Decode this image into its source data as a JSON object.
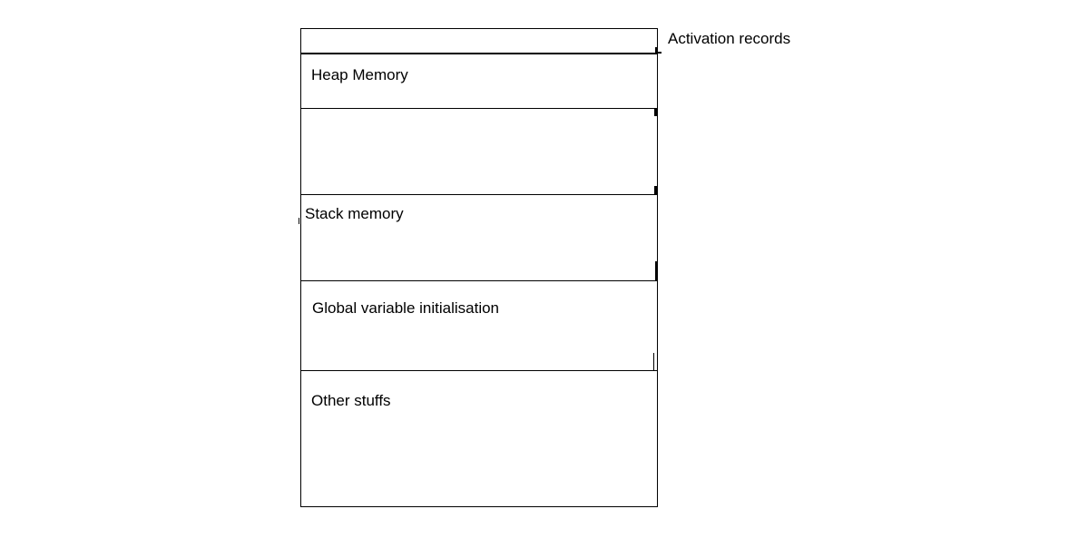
{
  "diagram": {
    "kind": "memory-layout",
    "colors": {
      "background": "#ffffff",
      "line": "#000000",
      "text": "#000000"
    },
    "annotation": {
      "label": "Activation records"
    },
    "sections": [
      {
        "label": ""
      },
      {
        "label": "Heap Memory"
      },
      {
        "label": ""
      },
      {
        "label": "Stack memory"
      },
      {
        "label": "Global variable initialisation"
      },
      {
        "label": "Other stuffs"
      }
    ]
  }
}
